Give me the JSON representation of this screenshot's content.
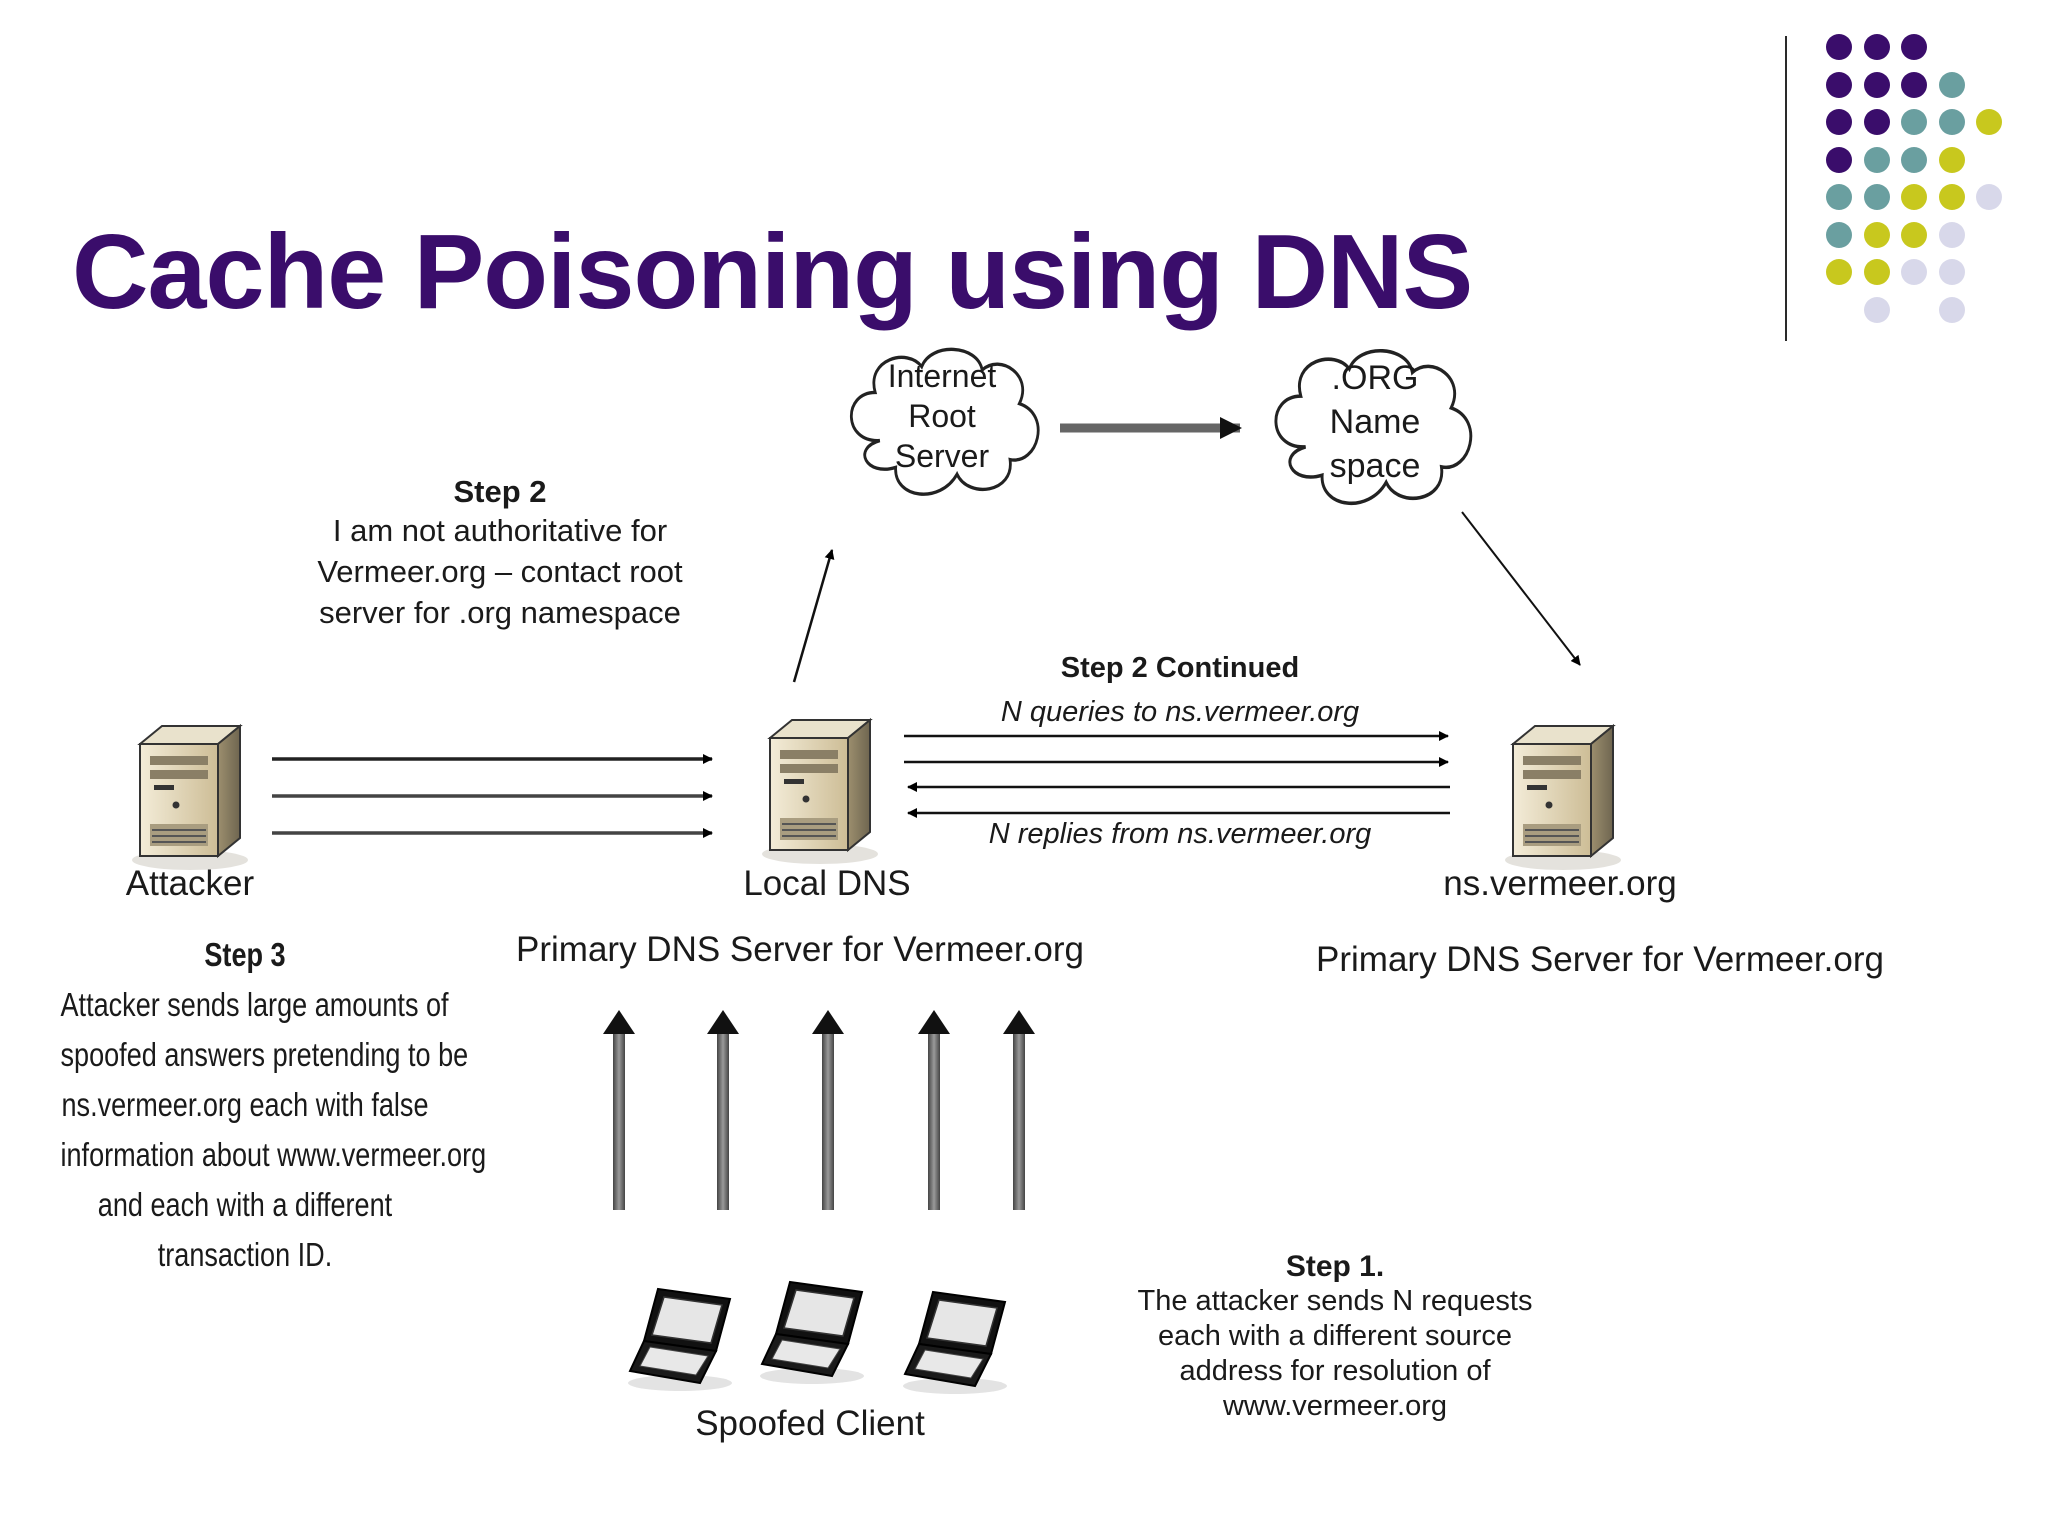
{
  "slide": {
    "title": "Cache Poisoning using DNS",
    "accent_color": "#3a0d6b",
    "dot_palette": {
      "purple": "#3a0d6b",
      "teal": "#6a9fa0",
      "olive": "#c8c81e",
      "lavender": "#d8d8ea"
    }
  },
  "diagram": {
    "clouds": [
      {
        "icon": "cloud-icon",
        "lines": [
          "Internet",
          "Root",
          "Server"
        ]
      },
      {
        "icon": "cloud-icon",
        "lines": [
          ".ORG",
          "Name",
          "space"
        ]
      }
    ],
    "step2": {
      "head": "Step 2",
      "lines": [
        "I am not authoritative for",
        "Vermeer.org – contact root",
        "server for .org namespace"
      ]
    },
    "step2_continued": {
      "head": "Step 2 Continued",
      "queries": "N queries to ns.vermeer.org",
      "replies": "N replies from ns.vermeer.org"
    },
    "nodes": {
      "attacker": {
        "icon": "server-icon",
        "label": "Attacker"
      },
      "local_dns": {
        "icon": "server-icon",
        "label": "Local DNS",
        "caption": "Primary DNS Server for Vermeer.org"
      },
      "ns_vermeer": {
        "icon": "server-icon",
        "label": "ns.vermeer.org",
        "caption": "Primary DNS Server for Vermeer.org"
      }
    },
    "step3": {
      "head": "Step 3",
      "lines": [
        "Attacker sends large amounts of",
        "spoofed answers pretending to be",
        "ns.vermeer.org each with false",
        "information about www.vermeer.org",
        "and each with a different",
        "transaction ID."
      ]
    },
    "step1": {
      "head": "Step 1.",
      "lines": [
        "The attacker sends N requests",
        "each with a different source",
        "address for resolution of",
        "www.vermeer.org"
      ]
    },
    "spoofed_client": {
      "icon": "laptop-icon",
      "label": "Spoofed Client"
    }
  }
}
